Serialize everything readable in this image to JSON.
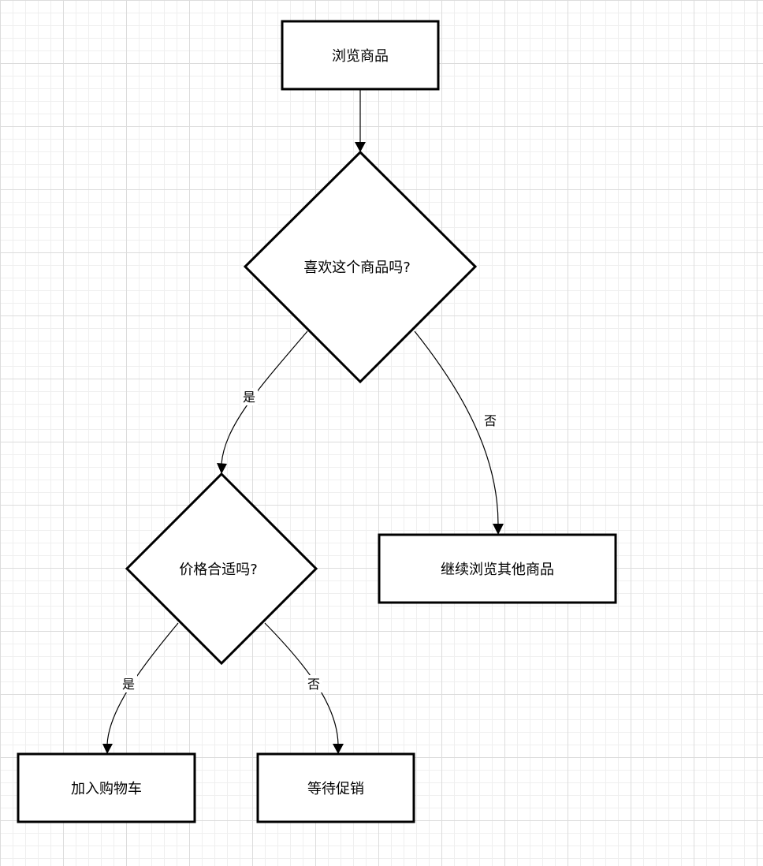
{
  "diagram": {
    "nodes": {
      "browse": "浏览商品",
      "like_question": "喜欢这个商品吗?",
      "price_question": "价格合适吗?",
      "keep_browsing": "继续浏览其他商品",
      "add_to_cart": "加入购物车",
      "wait_promo": "等待促销"
    },
    "edge_labels": {
      "like_yes": "是",
      "like_no": "否",
      "price_yes": "是",
      "price_no": "否"
    }
  }
}
